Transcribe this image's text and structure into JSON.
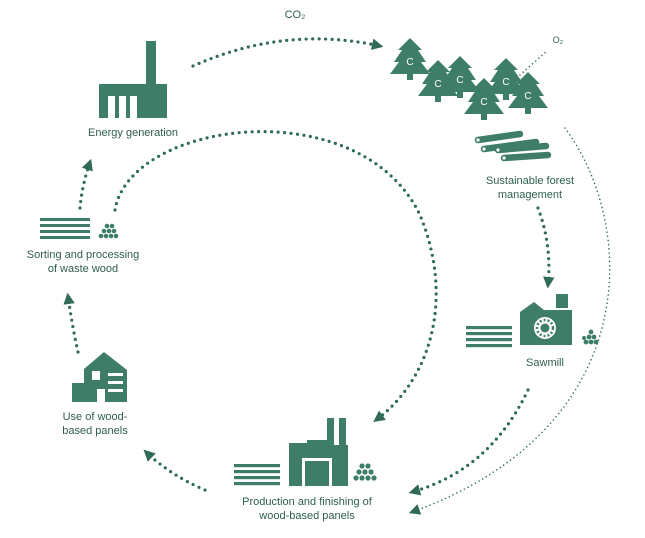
{
  "colors": {
    "primary": "#3e7e69",
    "dark": "#2f6b58",
    "label": "#2f5e4f",
    "background": "#ffffff"
  },
  "labels": {
    "co2": "CO₂",
    "o2": "O₂",
    "tree_letter": "C",
    "energy": "Energy generation",
    "forest": "Sustainable forest\nmanagement",
    "sawmill": "Sawmill",
    "production": "Production and finishing of\nwood-based panels",
    "use": "Use of wood-\nbased panels",
    "sorting": "Sorting and processing\nof waste wood"
  },
  "icons": [
    "factory-icon",
    "forest-icon",
    "log-pile-icon",
    "sawmill-icon",
    "board-stack-icon",
    "wood-chips-icon",
    "panel-factory-icon",
    "house-icon"
  ]
}
